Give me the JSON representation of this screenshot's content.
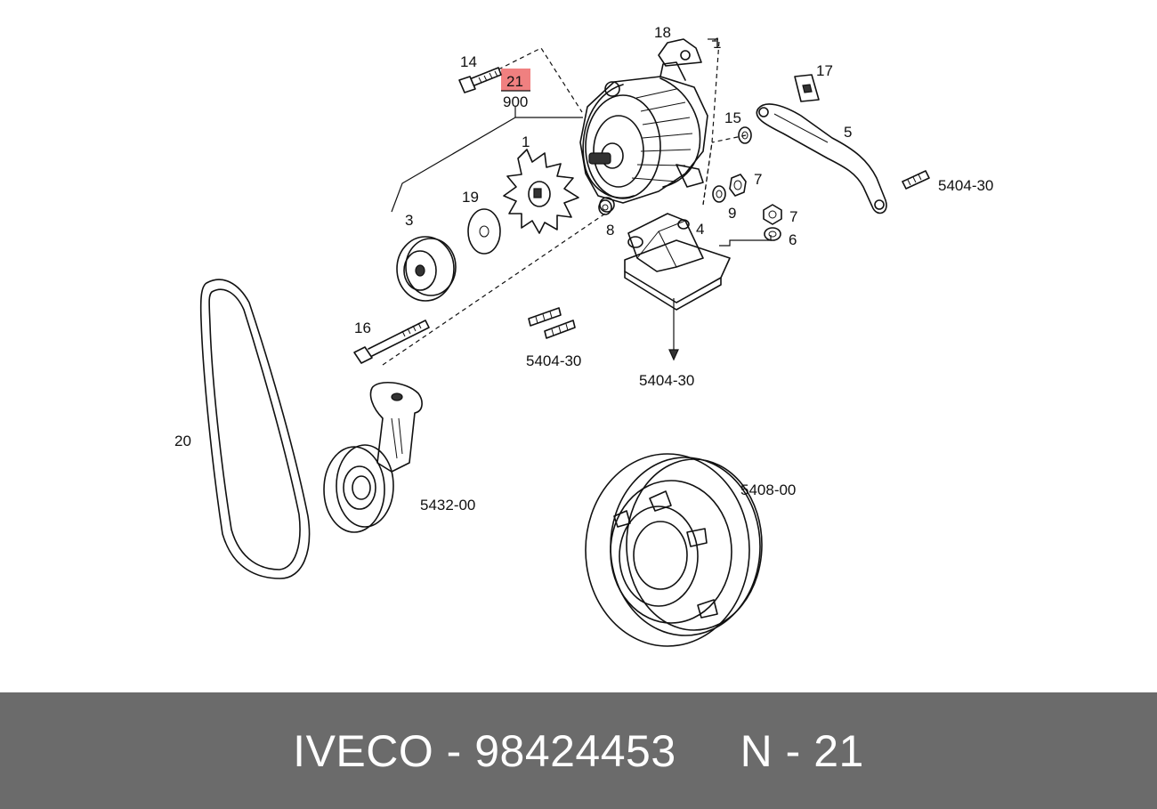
{
  "diagram": {
    "highlight_color": "#f08080",
    "labels": {
      "p14": "14",
      "p21": "21",
      "p900": "900",
      "p18": "18",
      "p1top": "1",
      "p17": "17",
      "p15": "15",
      "p5": "5",
      "p7a": "7",
      "p9": "9",
      "p7b": "7",
      "p6": "6",
      "p4": "4",
      "p8": "8",
      "p1": "1",
      "p19": "19",
      "p3": "3",
      "p16": "16",
      "p20": "20",
      "ref_5404_30_right": "5404-30",
      "ref_5404_30_mid": "5404-30",
      "ref_5404_30_bracket": "5404-30",
      "ref_5432_00": "5432-00",
      "ref_5408_00": "5408-00"
    }
  },
  "footer": {
    "brand": "IVECO",
    "sep1": " - ",
    "part_number": "98424453",
    "ref_letter": "N",
    "sep2": " - ",
    "ref_number": "21",
    "background": "#6b6b6b"
  }
}
